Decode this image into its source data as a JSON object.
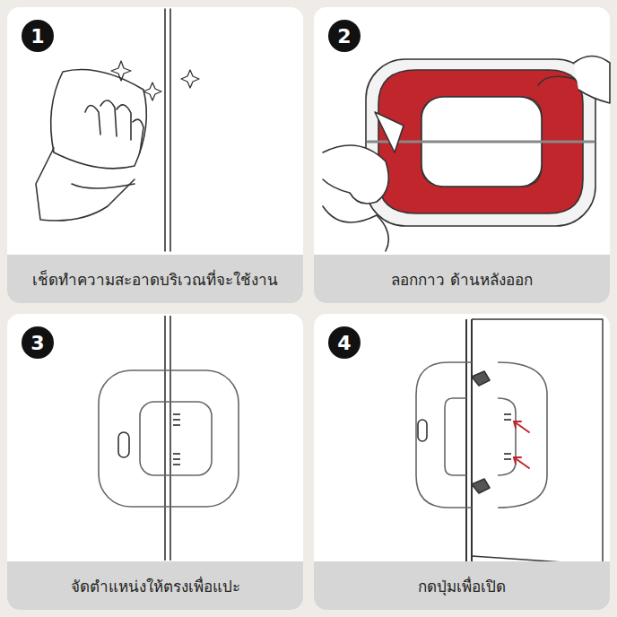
{
  "diagram": {
    "nodes": [
      {
        "text": [
          "เช็ดทำความสะอาดบริเวณที่จะใช้งาน"
        ]
      },
      {
        "text": [
          "ลอกกาว ด้านหลังออก"
        ]
      },
      {
        "text": [
          "จัดตำแหน่งให้ตรงเพื่อแปะ"
        ]
      },
      {
        "text": [
          "กดปุ่มเพื่อเปิด"
        ]
      }
    ],
    "labels": [
      "1",
      "2",
      "3",
      "4"
    ]
  }
}
